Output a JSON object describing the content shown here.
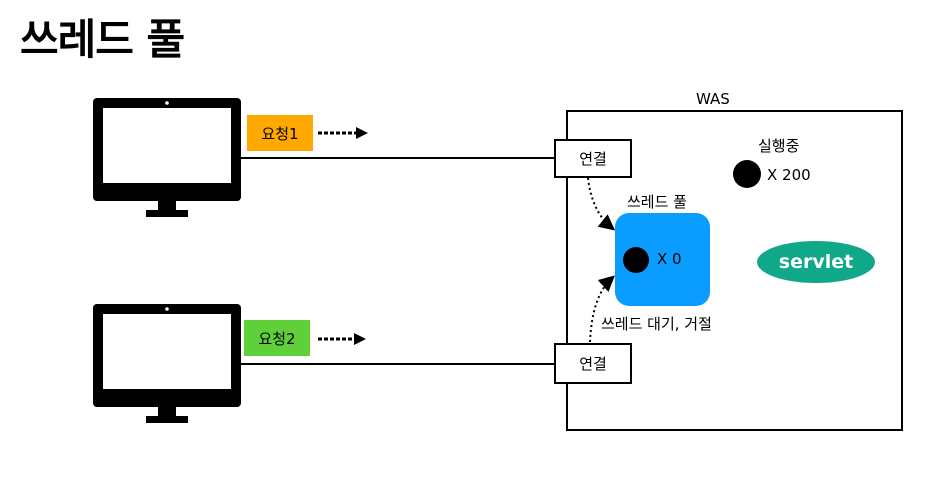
{
  "title": "쓰레드 풀",
  "was_label": "WAS",
  "requests": [
    {
      "label": "요청1",
      "color": "#ffa800"
    },
    {
      "label": "요청2",
      "color": "#5fd03a"
    }
  ],
  "connection_label": "연결",
  "thread_pool": {
    "label": "쓰레드 풀",
    "count": "X 0",
    "color": "#0a9dff"
  },
  "running": {
    "label": "실행중",
    "count": "X 200"
  },
  "wait_label": "쓰레드 대기, 거절",
  "servlet": {
    "label": "servlet",
    "color": "#0fa888"
  }
}
